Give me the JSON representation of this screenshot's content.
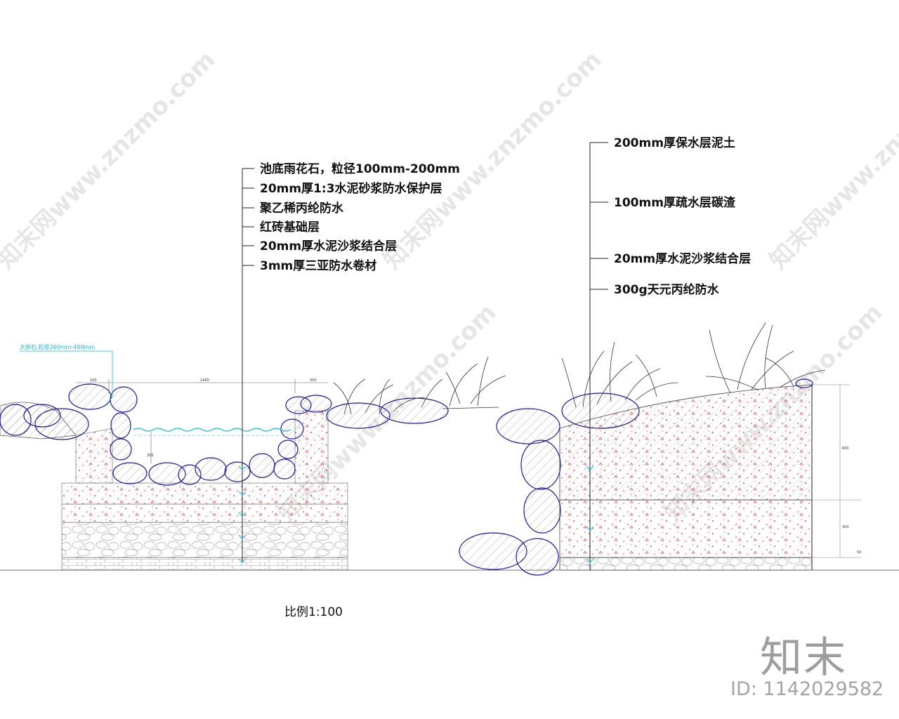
{
  "left_section": {
    "callouts": [
      "池底雨花石，粒径100mm-200mm",
      "20mm厚1:3水泥砂浆防水保护层",
      "聚乙稀丙纶防水",
      "红砖基础层",
      "20mm厚水泥沙浆结合层",
      "3mm厚三亚防水卷材"
    ],
    "stone_note": "大卵石,粒径200mm-400mm",
    "dims": [
      "100",
      "1400",
      "300"
    ],
    "depth_dim": "300"
  },
  "right_section": {
    "callouts": [
      "200mm厚保水层泥土",
      "100mm厚疏水层碳渣",
      "20mm厚水泥沙浆结合层",
      "300g天元丙纶防水"
    ],
    "dims": [
      "600",
      "300",
      "50"
    ]
  },
  "scale_label": "比例1:100",
  "watermark": {
    "text": "知末网www.znzmo.com",
    "brand": "知末",
    "id": "ID: 1142029582"
  },
  "colors": {
    "line": "#111111",
    "blue": "#1a1aa0",
    "cyan": "#19b7d8",
    "red": "#d62020",
    "gray": "#8a8a8a",
    "wm": "#e6e6e6"
  }
}
